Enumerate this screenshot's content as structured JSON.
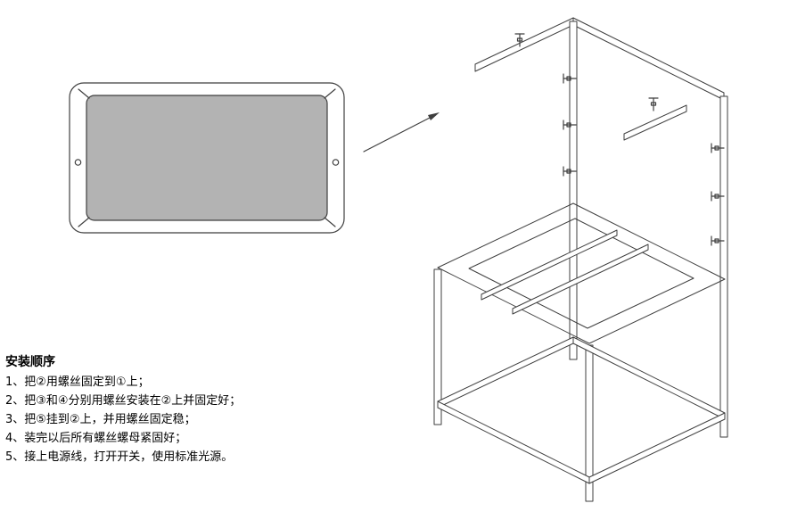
{
  "instructions": {
    "title": "安装顺序",
    "steps": [
      "1、把②用螺丝固定到①上；",
      "2、把③和④分别用螺丝安装在②上并固定好；",
      "3、把⑤挂到②上，并用螺丝固定稳；",
      "4、装完以后所有螺丝螺母紧固好；",
      "5、接上电源线，打开开关，使用标准光源。"
    ]
  },
  "diagram": {
    "panel": {
      "description": "light-panel-with-frame"
    },
    "colors": {
      "panel_fill": "#b3b3b3",
      "line": "#3f3f3f",
      "background": "#ffffff"
    }
  }
}
